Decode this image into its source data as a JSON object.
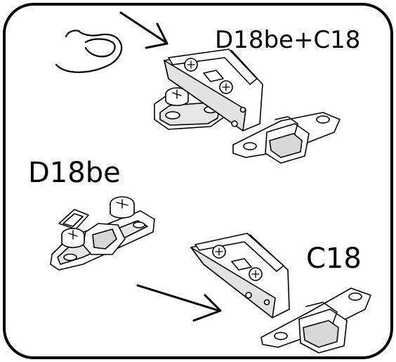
{
  "labels": {
    "top": "D18be+C18",
    "middle": "D18be",
    "bottom": "C18"
  },
  "icons": {
    "finger": "pointing-finger-icon",
    "arrow_top": "arrow-down-right-icon",
    "arrow_bottom": "arrow-right-icon"
  },
  "colors": {
    "line": "#000000",
    "fill_light": "#ffffff",
    "shade": "#cfcfcf"
  }
}
